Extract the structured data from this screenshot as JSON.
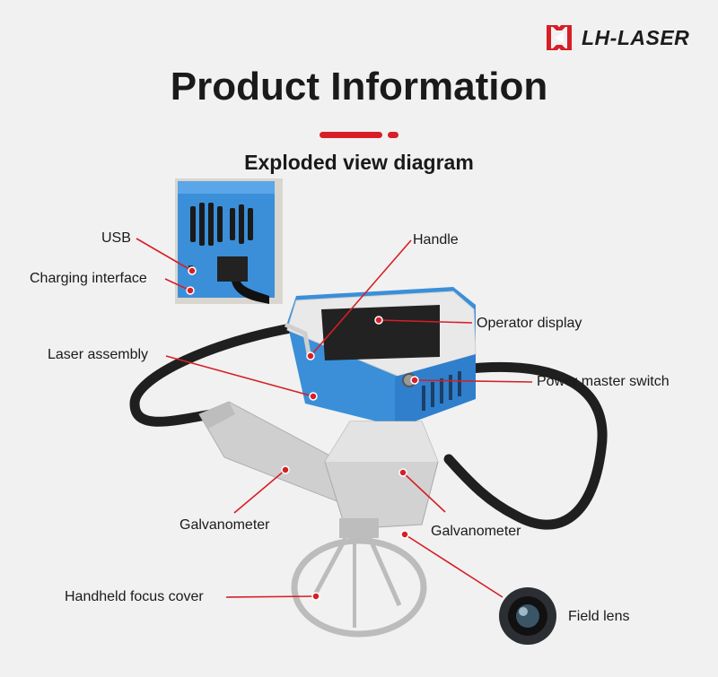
{
  "brand": {
    "name": "LH-LASER",
    "logo_icon": "lh-logo-icon",
    "accent": "#d61f26"
  },
  "title": "Product Information",
  "subtitle": "Exploded view diagram",
  "callouts": {
    "usb": "USB",
    "charging": "Charging interface",
    "laser_assembly": "Laser assembly",
    "handle": "Handle",
    "operator_display": "Operator display",
    "power_switch": "Power master switch",
    "galvanometer_left": "Galvanometer",
    "galvanometer_right": "Galvanometer",
    "focus_cover": "Handheld focus cover",
    "field_lens": "Field lens"
  },
  "colors": {
    "accent": "#d61f26",
    "housing_blue": "#3a8fd8",
    "metal": "#c9c9c9",
    "cable": "#1f1f1f"
  }
}
